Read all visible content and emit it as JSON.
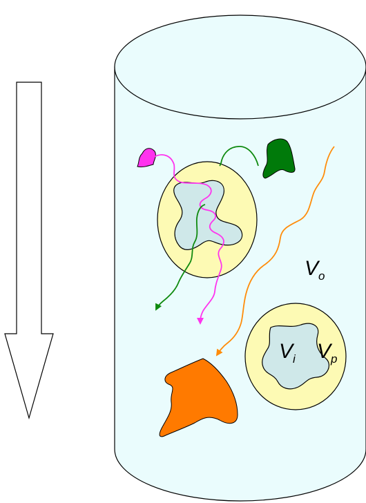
{
  "labels": {
    "outer_volume": {
      "main": "V",
      "sub": "o"
    },
    "inner_volume": {
      "main": "V",
      "sub": "i"
    },
    "pore_volume": {
      "main": "V",
      "sub": "p"
    }
  },
  "colors": {
    "column_fill": "#eafcfd",
    "bead_fill": "#fdfab4",
    "pore_fill": "#cfe8e9",
    "stroke": "#000000",
    "magenta": "#ff33ee",
    "green": "#0f8a0f",
    "dark_green": "#007a0a",
    "orange": "#ff8c0a"
  }
}
